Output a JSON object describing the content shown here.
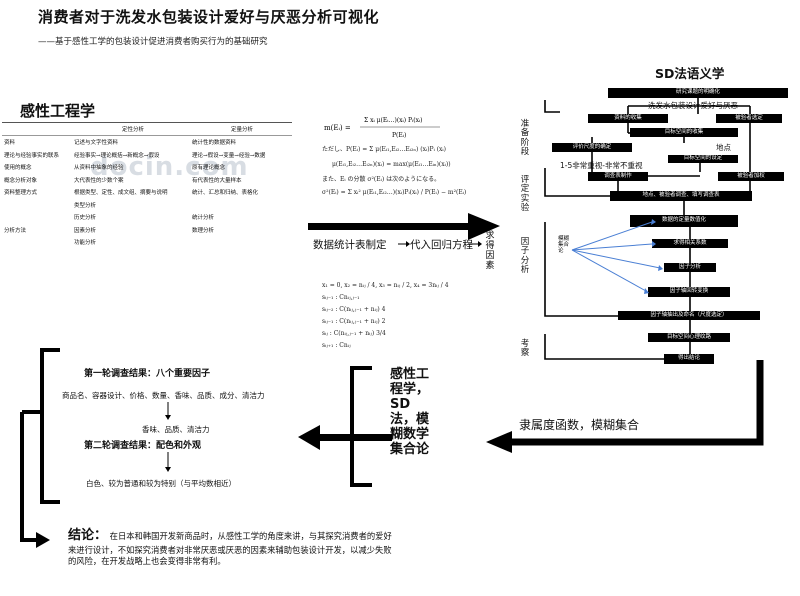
{
  "header": {
    "title": "消费者对于洗发水包装设计爱好与厌恶分析可视化",
    "subtitle": "——基于感性工学的包装设计促进消费者购买行为的基础研究"
  },
  "kansei": {
    "title": "感性工程学",
    "table": {
      "headers": [
        "",
        "定性分析",
        "定量分析"
      ],
      "rows": [
        [
          "资料",
          "记述与文字性资料",
          "统计性的数据资料"
        ],
        [
          "理论与经验事实的联系",
          "经验事实→理论概括→新概念→假设",
          "理论→假设→变量→经验→数据"
        ],
        [
          "使用的概念",
          "从资料中抽象的经验",
          "原有理论概念"
        ],
        [
          "概念分析对象",
          "大代表性的少数个案",
          "有代表性的大量样本"
        ],
        [
          "资料整理方式",
          "根据类型、定性、成文组、摘要与说明",
          "统计、汇总和归纳、表格化"
        ],
        [
          "",
          "类型分析",
          ""
        ],
        [
          "",
          "历史分析",
          "统计分析"
        ],
        [
          "分析方法",
          "因素分析",
          "数理分析"
        ],
        [
          "",
          "功能分析",
          ""
        ]
      ]
    },
    "watermark": "docin.com"
  },
  "formulas": {
    "lines": [
      "ただし、P(Eᵢ) = Σ μ(Eᵢ₁,Eᵢ₂…Eᵢ₂ₙ) (xᵢ)Pᵢ (xᵢ)",
      "μ(Eᵢ₁,Eᵢ₂…Eᵢ₂ₙ)(xᵢ) = max(μ(Eᵢ₁…Eᵢₙ)(xᵢ))",
      "また、Eᵢ の分散 σ²(Eᵢ) は次のようになる。",
      "σ²(Eᵢ) = Σ xᵢ² μ(Eᵢ₁,Eᵢ₂…)(xᵢ)Pᵢ(xᵢ) / P(Eᵢ) − m²(Eᵢ)"
    ],
    "fuzzy_lines": [
      "x₁ = 0,  x₂ = nᵢⱼ / 4,  x₃ = nᵢⱼ / 2,  x₄ = 3nᵢⱼ / 4",
      "sᵢⱼ₋₁    : Cnᵢⱼ,ⱼ₋₁",
      "sᵢⱼ₋₂    : C(nᵢⱼ,ⱼ₋₁ + nᵢⱼ) 4",
      "sᵢⱼ₋₁    : C(nᵢⱼ,ⱼ₋₁ + nᵢⱼ) 2",
      "sᵢⱼ      : C(nᵢⱼ,ⱼ₋₁ + nᵢⱼ) 3/4",
      "sᵢⱼ₊₁    : Cnᵢⱼ"
    ]
  },
  "middle": {
    "stat_label": "数据统计表制定",
    "regress_label": "代入回归方程",
    "factor_label": "求得因素",
    "membership_label": "隶属度函数，模糊集合",
    "methods_label": "感性工程学，SD法，模糊数学集合论"
  },
  "sd": {
    "title": "SD法语义学",
    "stages": [
      "准备阶段",
      "评定实验",
      "因子分析",
      "考察"
    ],
    "boxes": {
      "b1": "研究课题的明确化",
      "b2": "洗发水包装设计爱好与厌恶",
      "b3": "资料的收集",
      "b4": "被验者选定",
      "b5": "目标空间的收集",
      "b6": "评价尺度的确定",
      "b7": "地点",
      "b8": "目标空间的设定",
      "b9": "1-5非常重视-非常不重视",
      "b10": "调查表制作",
      "b11": "被验者加权",
      "b12": "地点、被验者调查、填写调查表",
      "b13": "数据的定量数值化",
      "b14": "模糊集合论",
      "b15": "求得相关系数",
      "b16": "因子分析",
      "b17": "因子轴回转变换",
      "b18": "因子轴抽出及命名（尺度选定）",
      "b19": "目标空间心理纹路",
      "b20": "得出结论"
    }
  },
  "results": {
    "round1_title": "第一轮调查结果：八个重要因子",
    "round1_items": "商品名、容器设计、价格、数量、香味、品质、成分、清洁力",
    "round1_sub": "香味、品质、清洁力",
    "round2_title": "第二轮调查结果：配色和外观",
    "round2_items": "白色、较为普通和较为特别（与平均数相近）"
  },
  "conclusion": {
    "lead": "结论：",
    "text": "在日本和韩国开发新商品时，从感性工学的角度来讲，与其探究消费者的爱好来进行设计，不如探究消费者对非常厌恶或厌恶的因素来辅助包装设计开发，以减少失败的风险，在开发战略上也会变得非常有利。"
  }
}
